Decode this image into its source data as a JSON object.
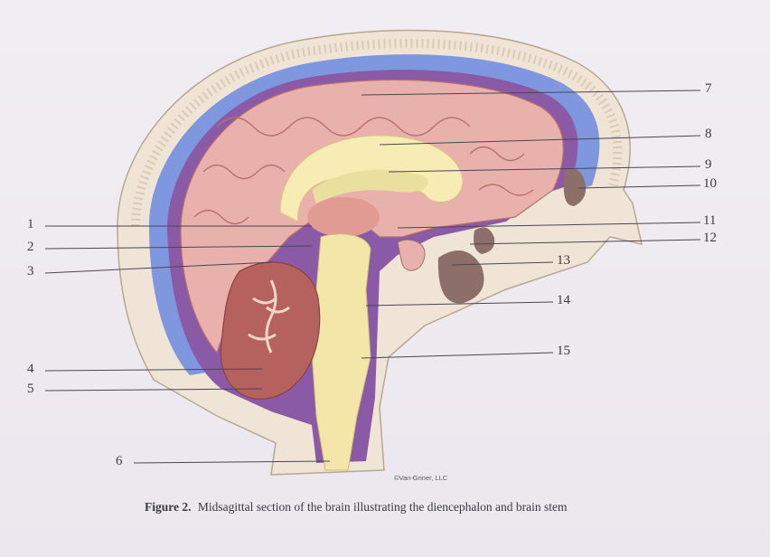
{
  "caption": {
    "figure_label": "Figure 2.",
    "text": "Midsagittal section of the brain illustrating the diencephalon and brain stem"
  },
  "copyright": "©Van-Griner, LLC",
  "labels": {
    "l1": "1",
    "l2": "2",
    "l3": "3",
    "l4": "4",
    "l5": "5",
    "l6": "6",
    "l7": "7",
    "l8": "8",
    "l9": "9",
    "l10": "10",
    "l11": "11",
    "l12": "12",
    "l13": "13",
    "l14": "14",
    "l15": "15"
  },
  "colors": {
    "skull": "#efe4d6",
    "dura_blue": "#7f97df",
    "csf_purple": "#8a5aa6",
    "cerebrum": "#e9b1ac",
    "corpus_callosum": "#f6ecb4",
    "brainstem": "#f3e6a8",
    "cerebellum": "#b5625e",
    "sinus": "#8d6f6a"
  }
}
